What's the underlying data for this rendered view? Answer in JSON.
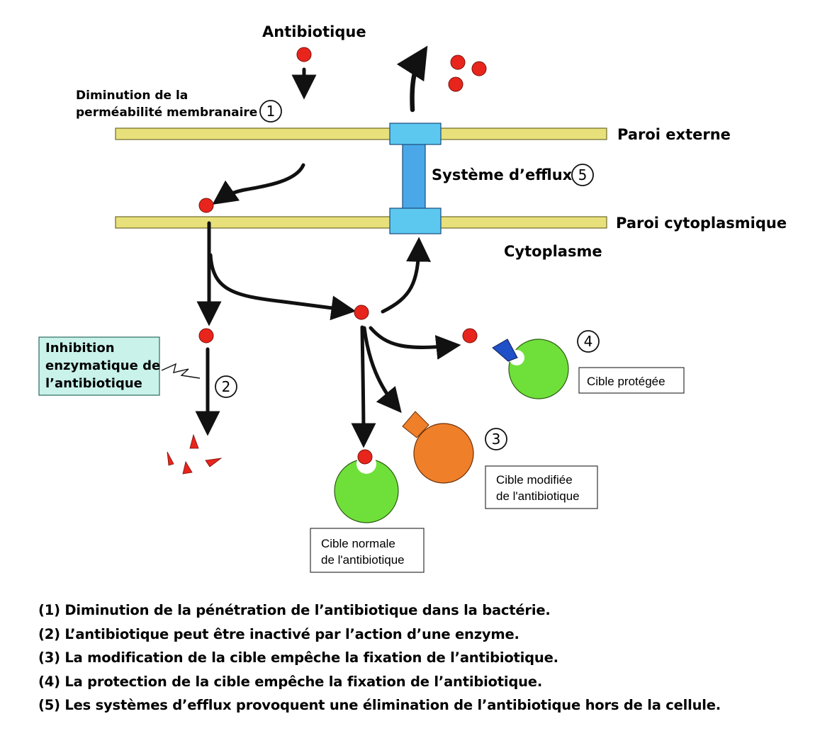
{
  "labels": {
    "antibiotic": "Antibiotique",
    "permeability_line1": "Diminution de la",
    "permeability_line2": "perméabilité membranaire",
    "outer_wall": "Paroi externe",
    "efflux": "Système d’efflux",
    "cytoplasmic_wall": "Paroi cytoplasmique",
    "cytoplasm": "Cytoplasme"
  },
  "boxes": {
    "enzyme": {
      "line1": "Inhibition",
      "line2": "enzymatique de",
      "line3": "l’antibiotique"
    },
    "protected_target": "Cible protégée",
    "modified_target": {
      "line1": "Cible modifiée",
      "line2": "de l'antibiotique"
    },
    "normal_target": {
      "line1": "Cible normale",
      "line2": "de l'antibiotique"
    }
  },
  "step_numbers": [
    "1",
    "2",
    "3",
    "4",
    "5"
  ],
  "legend": [
    "(1) Diminution de la pénétration de l’antibiotique dans la bactérie.",
    "(2) L’antibiotique peut être inactivé par l’action d’une enzyme.",
    "(3) La modification de la cible empêche la fixation de l’antibiotique.",
    "(4) La protection de la cible empêche la fixation de l’antibiotique.",
    "(5) Les systèmes d’efflux provoquent une élimination de l’antibiotique hors de la cellule."
  ],
  "colors": {
    "membrane": "#e8e07a",
    "efflux_pump": "#5cc8f0",
    "antibiotic": "#e8251c",
    "target_normal": "#6fe03a",
    "target_modified": "#f07f2a",
    "protector": "#2050c8",
    "enzyme_box": "#c8f2ea",
    "arrow": "#111111"
  }
}
